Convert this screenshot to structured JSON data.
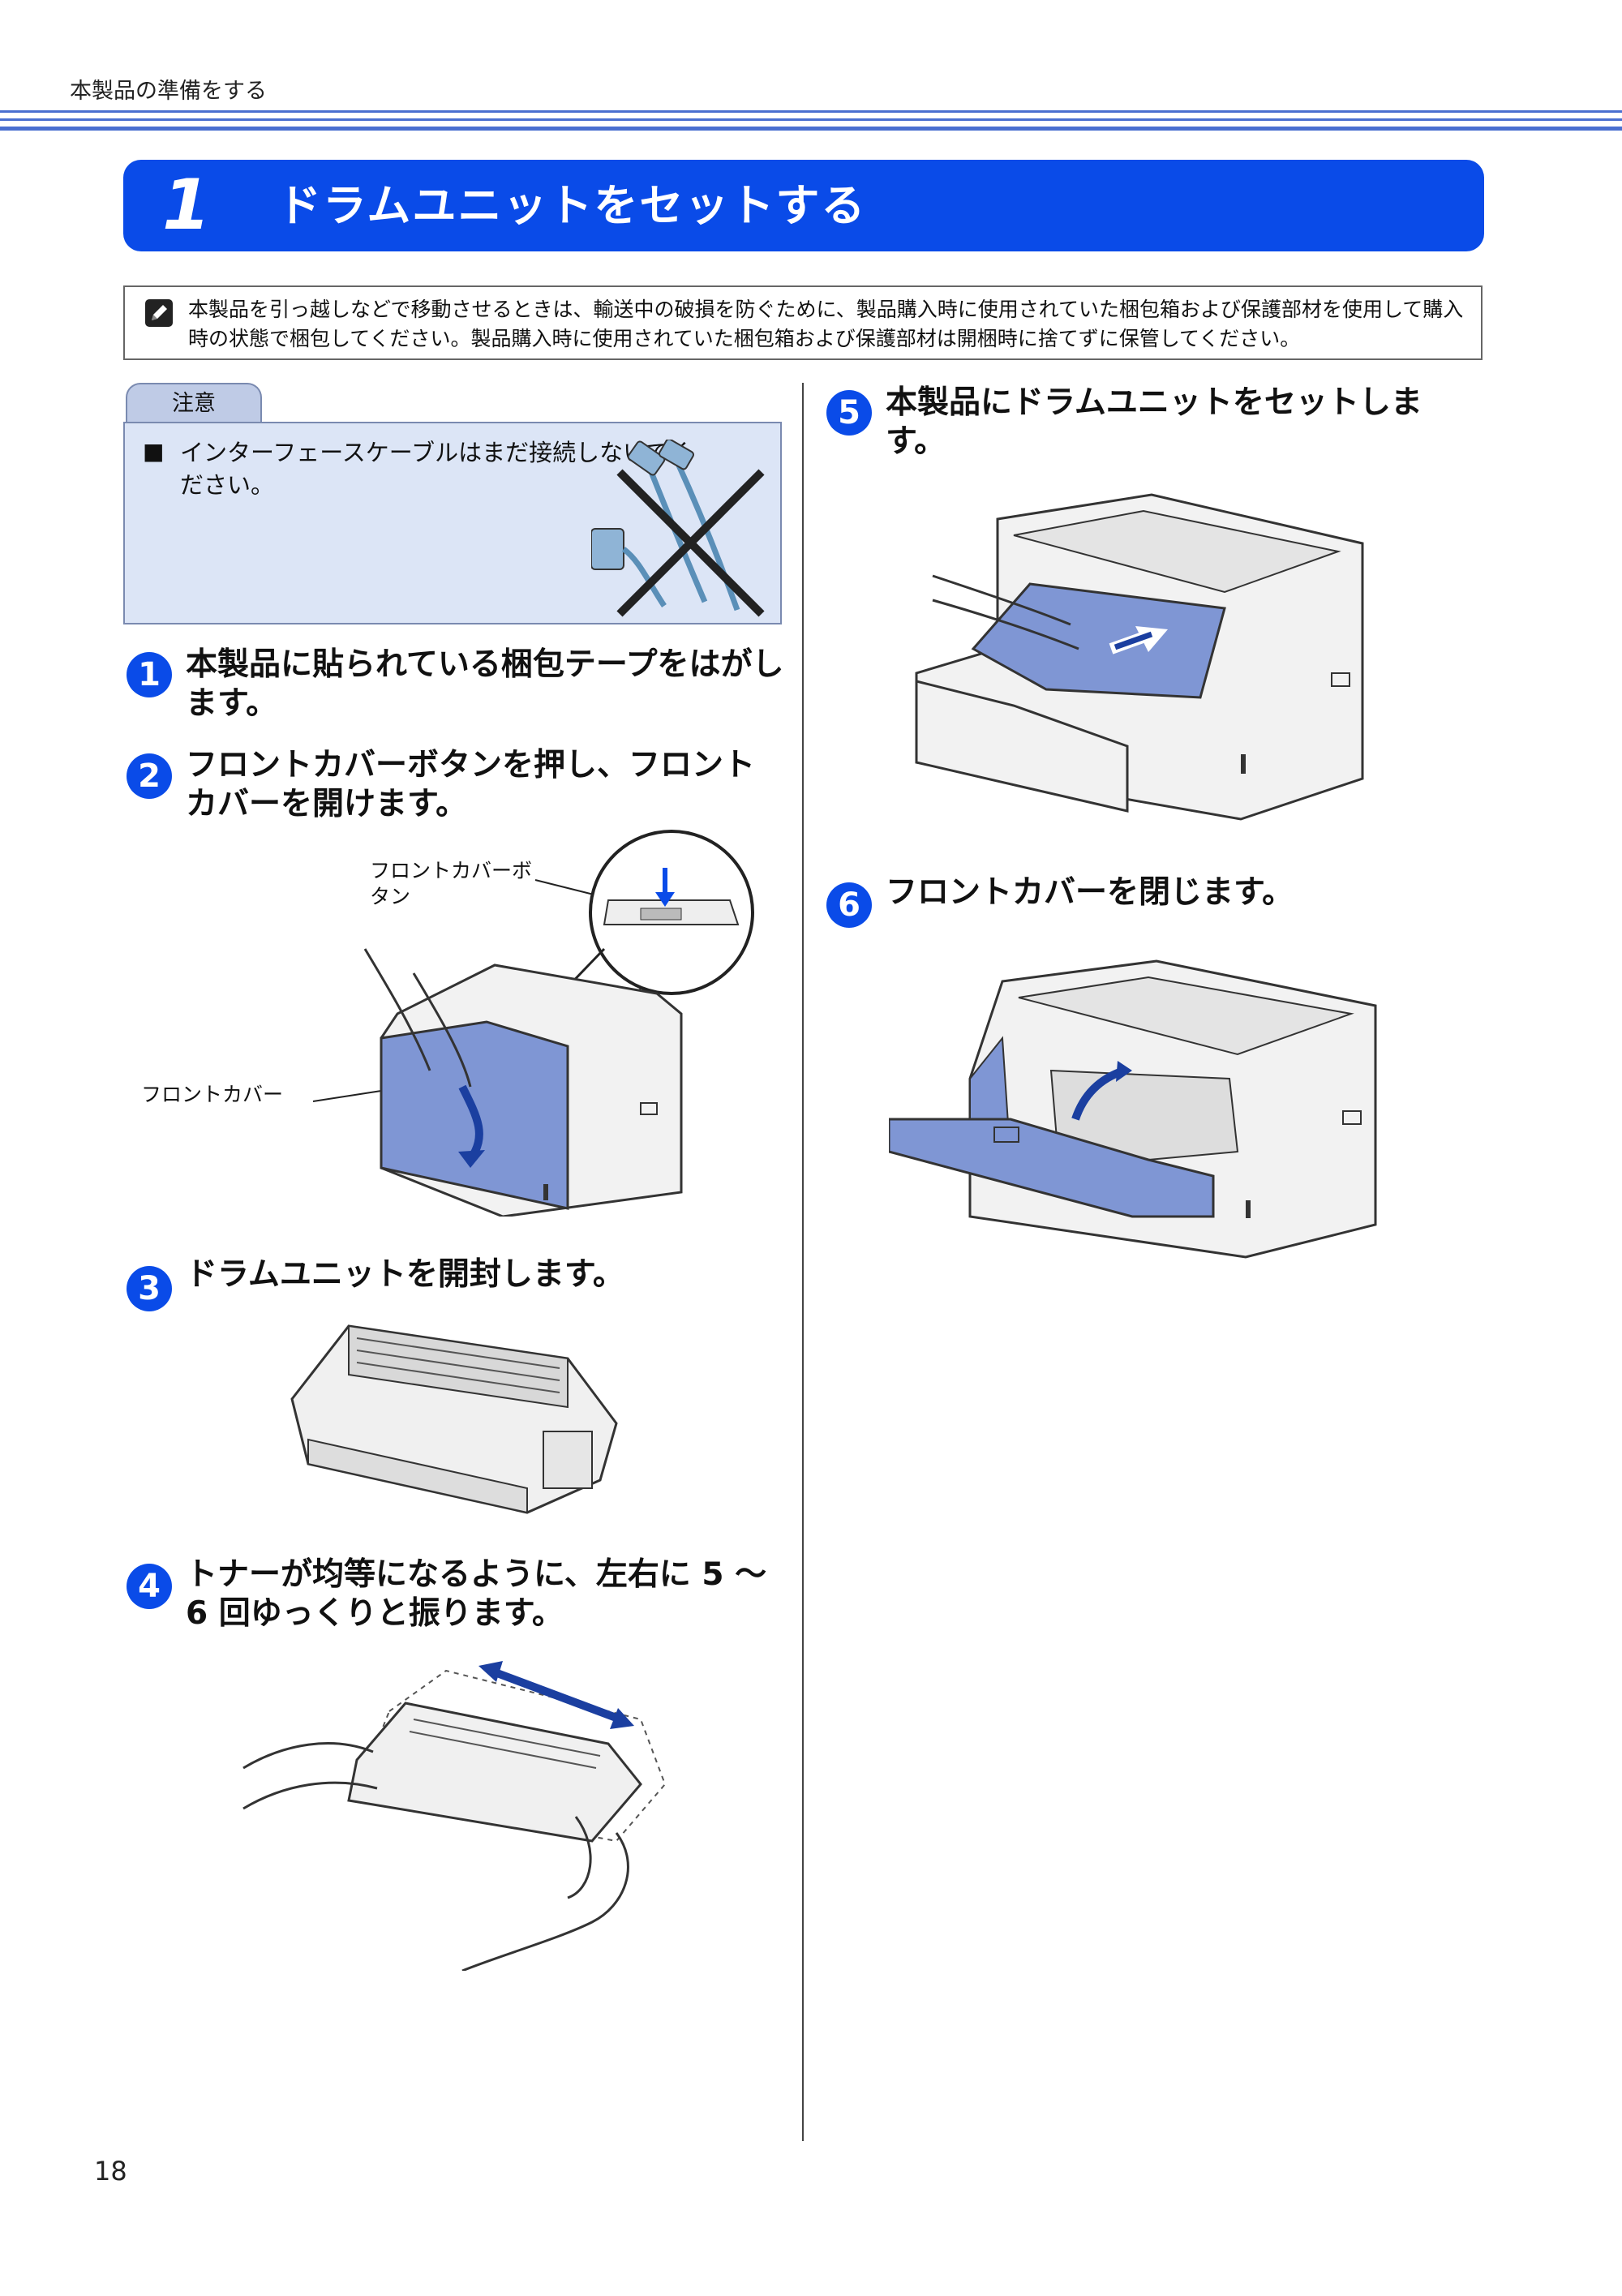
{
  "header": {
    "section_title": "本製品の準備をする"
  },
  "banner": {
    "number": "1",
    "title": "ドラムユニットをセットする"
  },
  "memo": {
    "icon": "memo-pencil-icon",
    "text": "本製品を引っ越しなどで移動させるときは、輸送中の破損を防ぐために、製品購入時に使用されていた梱包箱および保護部材を使用して購入時の状態で梱包してください。製品購入時に使用されていた梱包箱および保護部材は開梱時に捨てずに保管してください。"
  },
  "caution": {
    "tab_label": "注意",
    "bullet": "■",
    "text": "インターフェースケーブルはまだ接続しないでください。",
    "illustration": "cable-crossed-out-icon"
  },
  "steps": [
    {
      "number": "1",
      "text": "本製品に貼られている梱包テープをはがします。"
    },
    {
      "number": "2",
      "text": "フロントカバーボタンを押し、フロントカバーを開けます。"
    },
    {
      "number": "3",
      "text": "ドラムユニットを開封します。"
    },
    {
      "number": "4",
      "text": "トナーが均等になるように、左右に 5 〜 6 回ゆっくりと振ります。"
    },
    {
      "number": "5",
      "text": "本製品にドラムユニットをセットします。"
    },
    {
      "number": "6",
      "text": "フロントカバーを閉じます。"
    }
  ],
  "callouts": {
    "front_cover_button": "フロントカバーボタン",
    "front_cover": "フロントカバー"
  },
  "colors": {
    "accent": "#0a4be8",
    "caution_bg": "#dce5f6",
    "illustration_blue": "#7f96d4"
  },
  "page_number": "18"
}
